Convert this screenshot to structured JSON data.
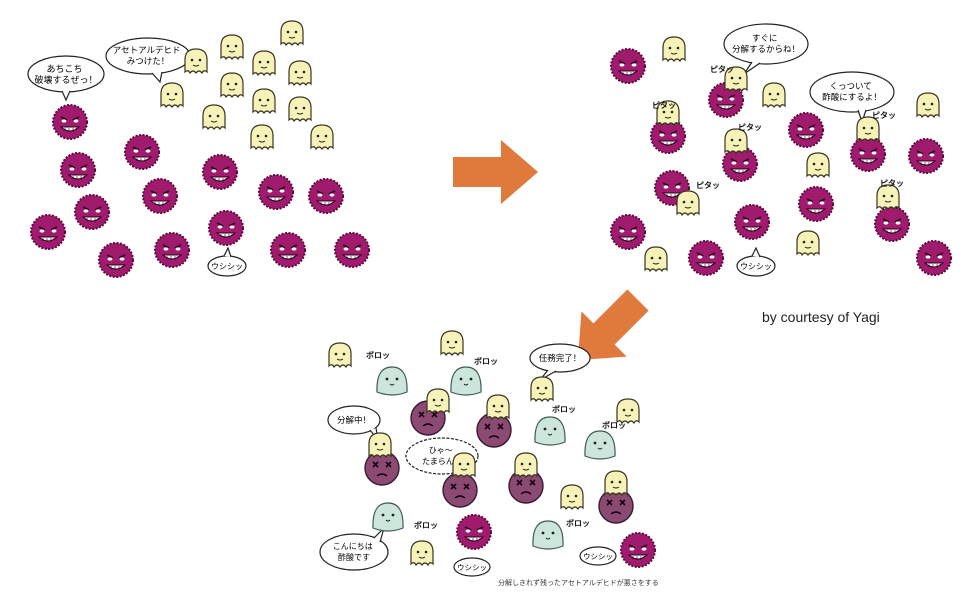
{
  "credit": "by courtesy of Yagi",
  "caption": "分解しきれず残ったアセトアルデヒドが悪さをする",
  "panel_top_left": {
    "bubble_bad": "あちこち\n破壊するぜっ！",
    "bubble_good": "アセトアルデヒド\nみつけた！",
    "bubble_laugh": "ウシシッ"
  },
  "panel_top_right": {
    "bubble_decompose": "すぐに\n分解するからね！",
    "bubble_acetic": "くっついて\n酢酸にするよ！",
    "bubble_laugh": "ウシシッ",
    "sfx_stick": "ピタッ"
  },
  "panel_bottom": {
    "bubble_complete": "任務完了！",
    "bubble_working": "分解中！",
    "bubble_scream": "ひゃ〜\nたまらんっ",
    "bubble_hello": "こんにちは\n酢酸です",
    "bubble_laugh": "ウシシッ",
    "sfx_crumble": "ボロッ"
  },
  "colors": {
    "bad_molecule": "#a01a6e",
    "enzyme": "#f7f2b8",
    "acetic_acid": "#cde6dc",
    "damaged_cell": "#8a4a72",
    "arrow": "#e07a3c"
  }
}
